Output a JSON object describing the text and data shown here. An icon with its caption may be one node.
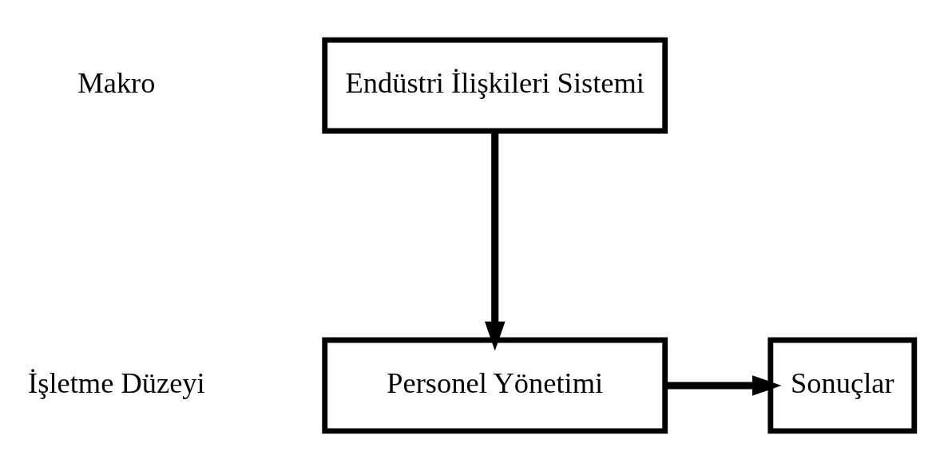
{
  "diagram": {
    "nodes": [
      {
        "text": [
          "Endüstri İlişkileri Sistemi"
        ]
      },
      {
        "text": [
          "Personel Yönetimi"
        ]
      },
      {
        "text": [
          "Sonuçlar"
        ]
      }
    ],
    "edges": [
      {
        "from": 0,
        "to": 1,
        "arrow": "to"
      },
      {
        "from": 1,
        "to": 2,
        "arrow": "to"
      }
    ],
    "labels": [
      "Makro",
      "İşletme Düzeyi"
    ]
  }
}
